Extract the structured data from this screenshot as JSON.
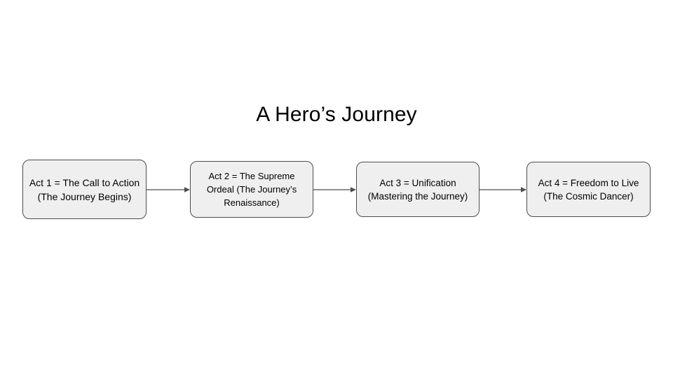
{
  "title": "A Hero’s Journey",
  "colors": {
    "canvas_background": "#ffffff",
    "node_fill": "#efefef",
    "node_border": "#4d4d4d",
    "text": "#000000",
    "connector": "#4d4d4d"
  },
  "nodes": [
    {
      "id": "act-1",
      "label": "Act 1 = The Call to Action (The Journey Begins)"
    },
    {
      "id": "act-2",
      "label": "Act 2 = The Supreme Ordeal (The Journey’s Renaissance)"
    },
    {
      "id": "act-3",
      "label": "Act 3 = Unification (Mastering the Journey)"
    },
    {
      "id": "act-4",
      "label": "Act 4 = Freedom to Live (The Cosmic Dancer)"
    }
  ],
  "connectors": [
    {
      "id": "act-1-to-act-2",
      "from": "act-1",
      "to": "act-2",
      "style": "arrow"
    },
    {
      "id": "act-2-to-act-3",
      "from": "act-2",
      "to": "act-3",
      "style": "arrow"
    },
    {
      "id": "act-3-to-act-4",
      "from": "act-3",
      "to": "act-4",
      "style": "arrow"
    }
  ]
}
